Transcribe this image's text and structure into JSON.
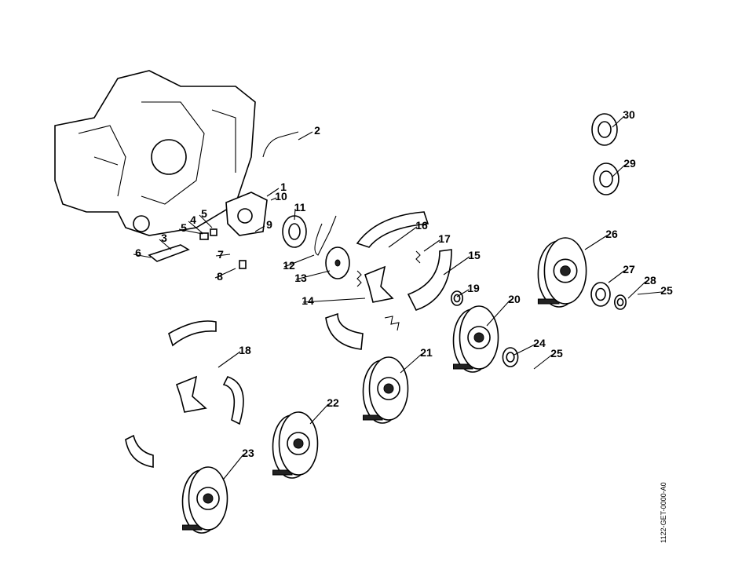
{
  "diagram": {
    "part_labels": [
      "1",
      "2",
      "3",
      "4",
      "5",
      "5",
      "6",
      "7",
      "8",
      "9",
      "10",
      "11",
      "12",
      "13",
      "14",
      "15",
      "16",
      "17",
      "18",
      "19",
      "20",
      "21",
      "22",
      "23",
      "24",
      "25",
      "25",
      "26",
      "27",
      "28",
      "29",
      "30"
    ],
    "reference_code": "1122-GET-0000-A0"
  }
}
